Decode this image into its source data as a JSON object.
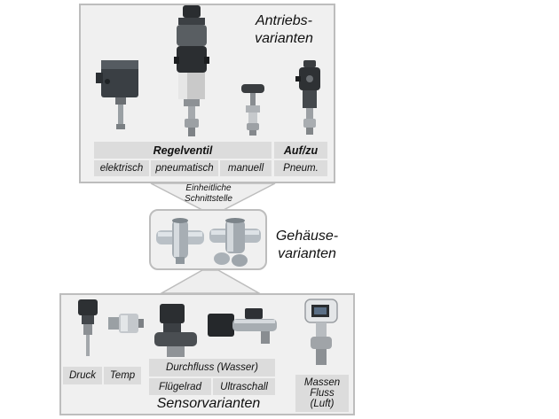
{
  "actuators": {
    "title_line1": "Antriebs-",
    "title_line2": "varianten",
    "group_regel": "Regelventil",
    "group_aufzu": "Auf/zu",
    "types": [
      "elektrisch",
      "pneumatisch",
      "manuell",
      "Pneum."
    ]
  },
  "interface": {
    "line1": "Einheitliche",
    "line2": "Schnittstelle"
  },
  "housing": {
    "title_line1": "Gehäuse-",
    "title_line2": "varianten"
  },
  "sensors": {
    "title": "Sensorvarianten",
    "druck": "Druck",
    "temp": "Temp",
    "durchfluss": "Durchfluss (Wasser)",
    "fluegelrad": "Flügelrad",
    "ultraschall": "Ultraschall",
    "massen_line1": "Massen",
    "massen_line2": "Fluss",
    "massen_line3": "(Luft)"
  }
}
